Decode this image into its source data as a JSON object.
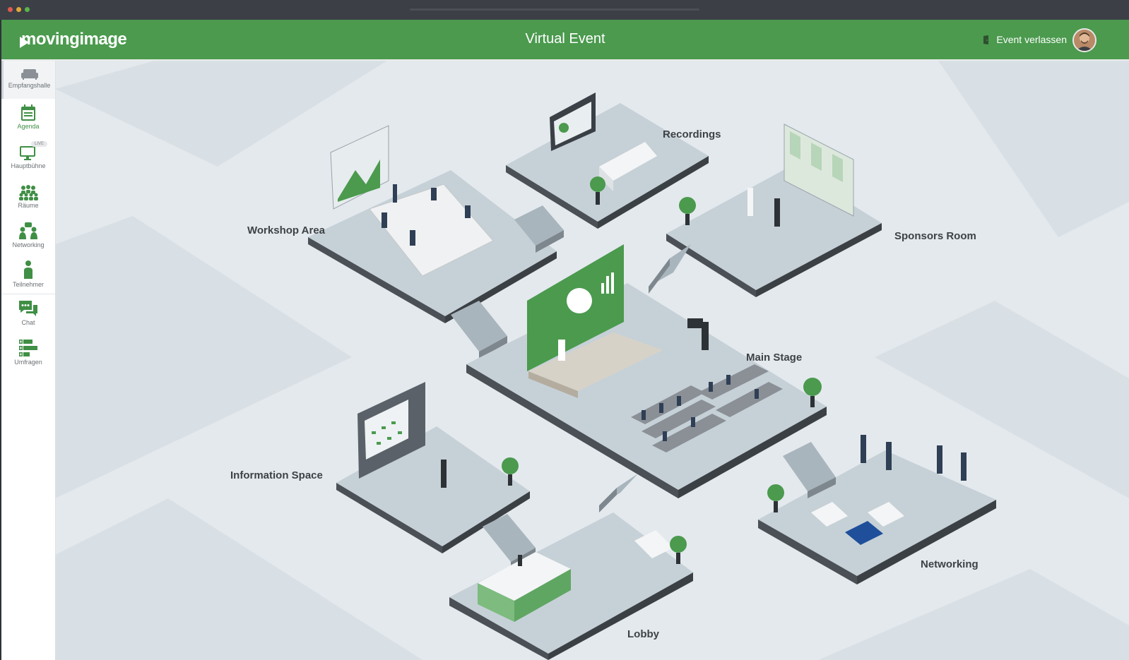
{
  "window": {
    "traffic_colors": [
      "#e05a4f",
      "#e0a93a",
      "#5ab54b"
    ]
  },
  "header": {
    "logo_text": "movingimage",
    "title": "Virtual Event",
    "leave_label": "Event verlassen",
    "leave_icon": "door-exit-icon",
    "avatar": "user-avatar",
    "bg_color": "#4b9a4e"
  },
  "sidebar": {
    "items": [
      {
        "label": "Empfangshalle",
        "icon": "sofa-icon",
        "active": true
      },
      {
        "label": "Agenda",
        "icon": "calendar-icon"
      },
      {
        "label": "Hauptbühne",
        "icon": "monitor-icon",
        "badge": "LIVE"
      },
      {
        "label": "Räume",
        "icon": "group-icon"
      },
      {
        "label": "Networking",
        "icon": "people-chat-icon"
      },
      {
        "label": "Teilnehmer",
        "icon": "person-icon"
      },
      {
        "label": "Chat",
        "icon": "chat-bubbles-icon"
      },
      {
        "label": "Umfragen",
        "icon": "poll-bars-icon"
      }
    ],
    "accent_color": "#3f8f45",
    "active_icon_color": "#8a9096"
  },
  "rooms": {
    "workshop": "Workshop Area",
    "recordings": "Recordings",
    "sponsors": "Sponsors Room",
    "main_stage": "Main Stage",
    "information": "Information Space",
    "networking": "Networking",
    "lobby": "Lobby"
  },
  "colors": {
    "floor_top": "#c3ced4",
    "floor_side": "#4a5055",
    "brand_green": "#4b9a4e"
  }
}
